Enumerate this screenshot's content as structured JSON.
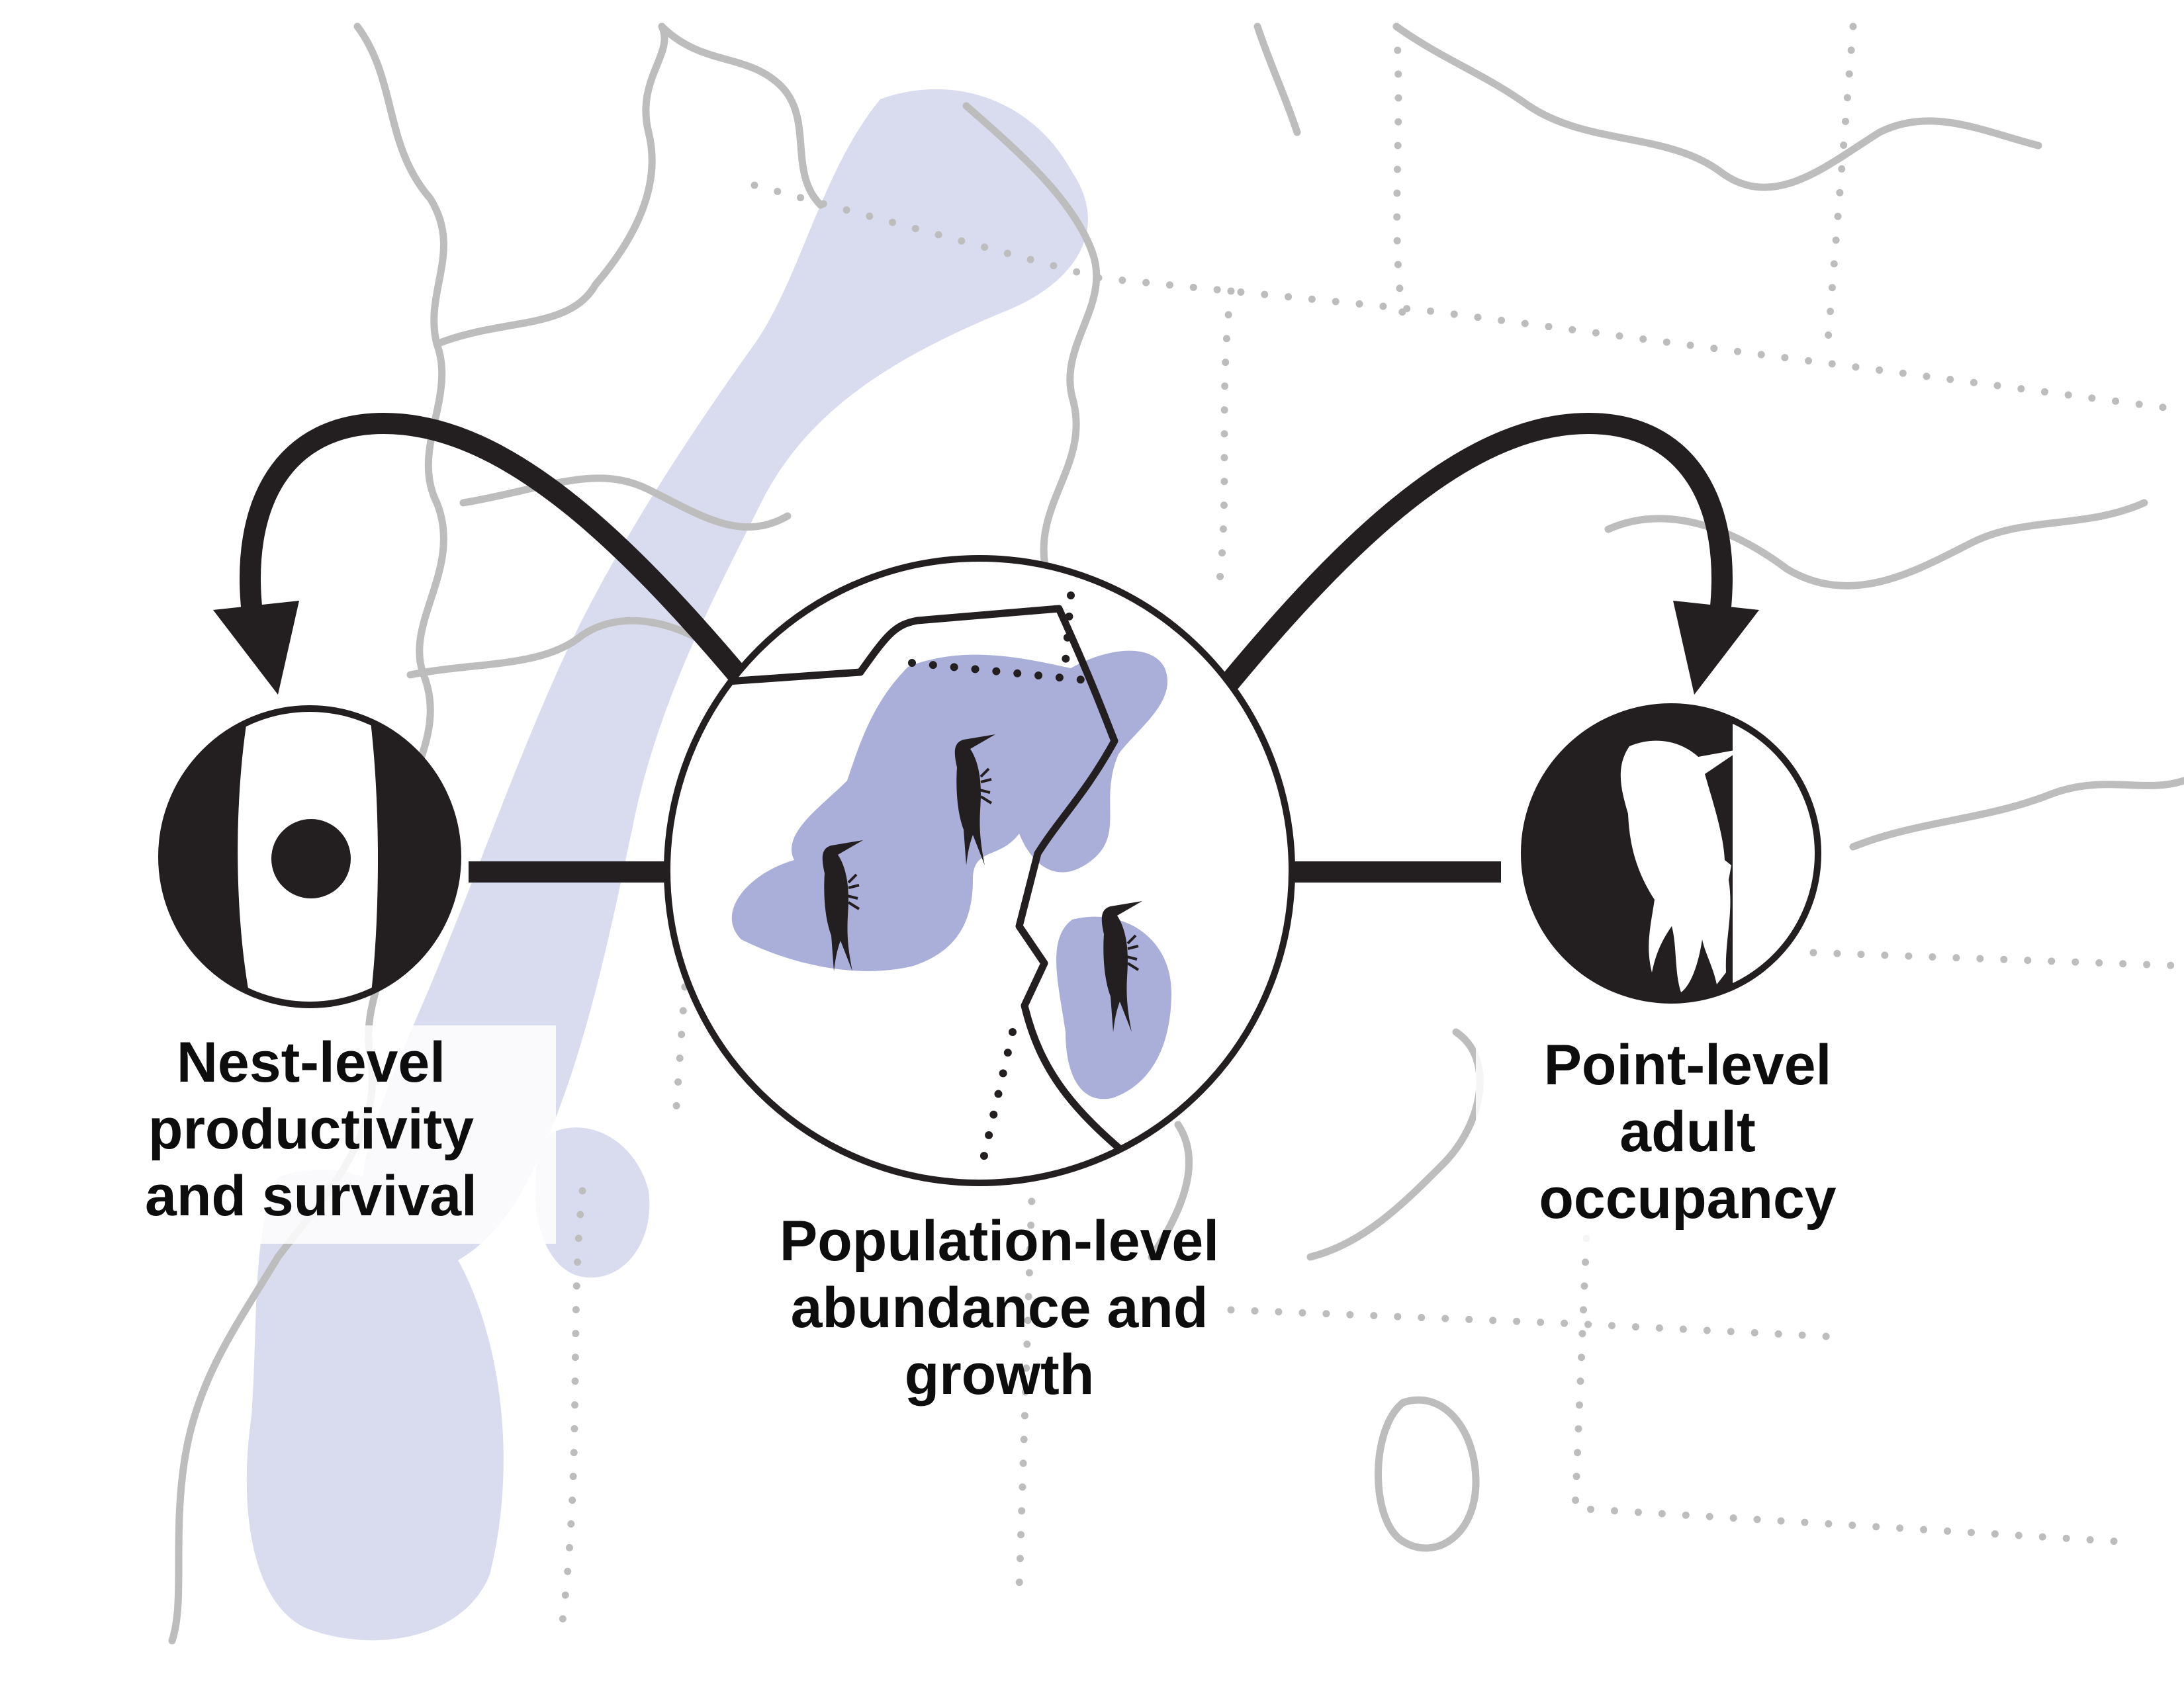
{
  "labels": {
    "nest": {
      "line1": "Nest-level",
      "line2": "productivity",
      "line3": "and survival"
    },
    "population": {
      "line1": "Population-level",
      "line2": "abundance and",
      "line3": "growth"
    },
    "point": {
      "line1": "Point-level",
      "line2": "adult",
      "line3": "occupancy"
    }
  },
  "icons": {
    "nest": "nest-cavity-icon",
    "population": "population-range-map-icon",
    "point": "woodpecker-on-trunk-icon"
  },
  "colors": {
    "ink": "#231f20",
    "range_fill": "#aaafd9",
    "range_fill_faded": "#d9dcef",
    "map_outline": "#bdbdbd",
    "background": "#ffffff"
  }
}
